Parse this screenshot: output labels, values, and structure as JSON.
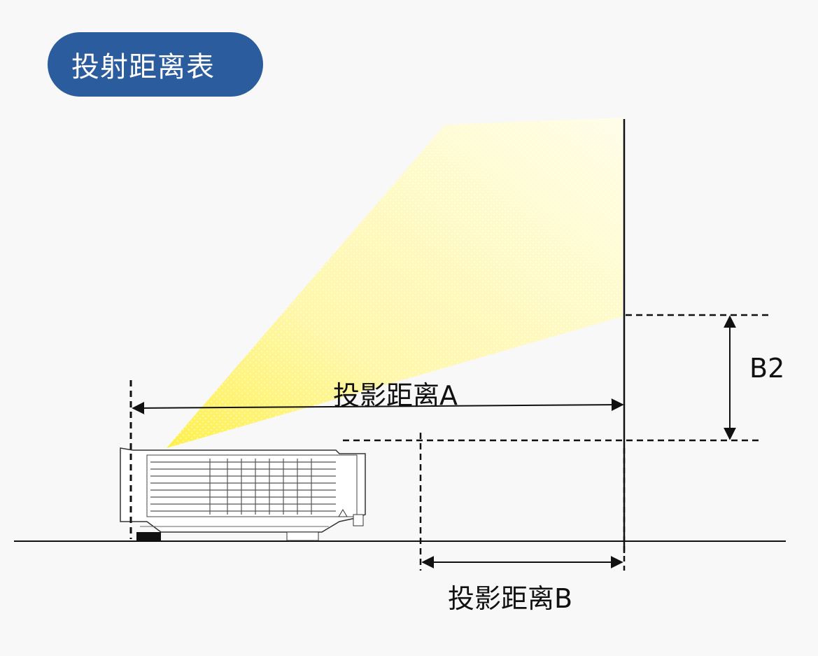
{
  "header": {
    "title": "投射距离表"
  },
  "labels": {
    "distance_a": "投影距离A",
    "distance_b": "投影距离B",
    "height_b2": "B2"
  },
  "colors": {
    "title_bg": "#2b5c9e",
    "beam": "#fff5a0",
    "line": "#111111"
  }
}
